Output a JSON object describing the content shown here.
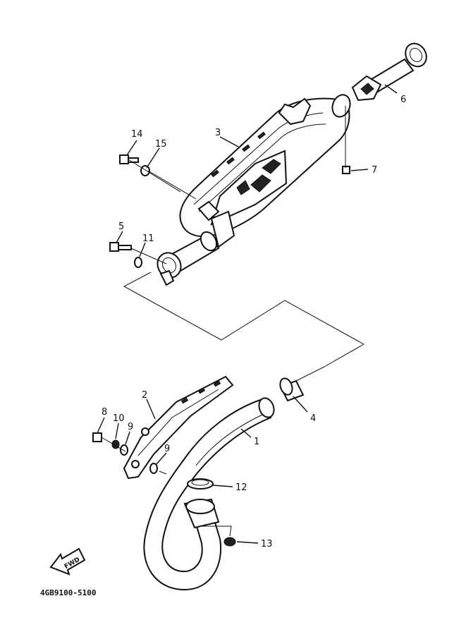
{
  "diagram": {
    "part_numbers": {
      "p1": "1",
      "p2": "2",
      "p3": "3",
      "p4": "4",
      "p5": "5",
      "p6": "6",
      "p7": "7",
      "p8": "8",
      "p9a": "9",
      "p9b": "9",
      "p10": "10",
      "p11": "11",
      "p12": "12",
      "p13": "13",
      "p14": "14",
      "p15": "15"
    },
    "direction_label": "FWD",
    "drawing_code": "4GB9100-5100"
  }
}
